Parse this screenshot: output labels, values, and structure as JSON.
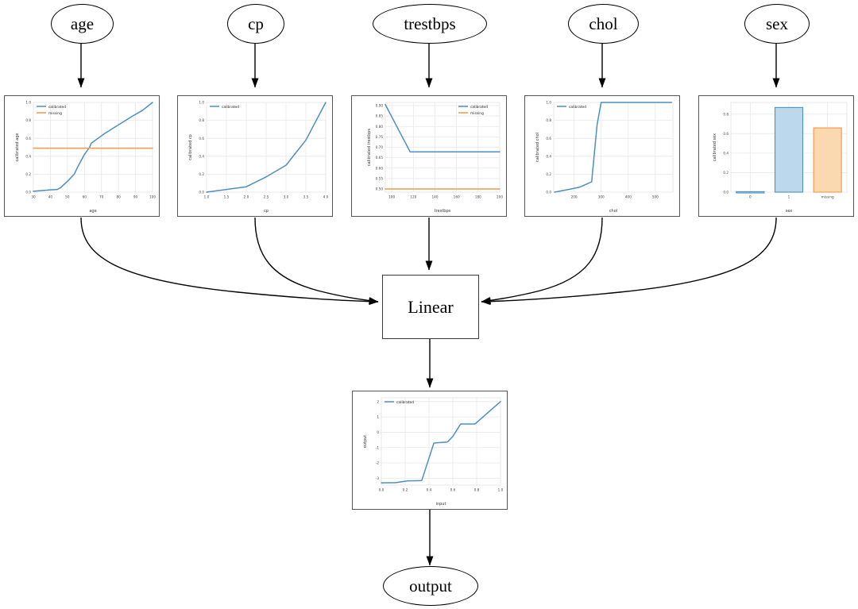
{
  "graph": {
    "input_nodes": [
      {
        "id": "age",
        "label": "age"
      },
      {
        "id": "cp",
        "label": "cp"
      },
      {
        "id": "trestbps",
        "label": "trestbps"
      },
      {
        "id": "chol",
        "label": "chol"
      },
      {
        "id": "sex",
        "label": "sex"
      }
    ],
    "linear_node": {
      "label": "Linear"
    },
    "output_node": {
      "label": "output"
    }
  },
  "colors": {
    "calibrated": "#4c8fc0",
    "missing": "#f79646",
    "bar_blue_fill": "#bcd8ec",
    "bar_blue_edge": "#4c8fc0",
    "bar_orange_fill": "#fbd9b0",
    "bar_orange_edge": "#f79646",
    "frame": "#555555",
    "grid": "#e8e8e8",
    "axis_text": "#444444"
  },
  "chart_data": [
    {
      "id": "age",
      "type": "line",
      "title": "",
      "xlabel": "age",
      "ylabel": "calibrated age",
      "xlim": [
        30,
        100
      ],
      "ylim": [
        0.0,
        1.0
      ],
      "xticks": [
        30,
        40,
        50,
        60,
        70,
        80,
        90,
        100
      ],
      "yticks": [
        0.0,
        0.2,
        0.4,
        0.6,
        0.8,
        1.0
      ],
      "grid": true,
      "legend": [
        "calibrated",
        "missing"
      ],
      "legend_position": "upper-left",
      "series": [
        {
          "name": "calibrated",
          "color_key": "calibrated",
          "x": [
            30,
            40,
            44,
            46,
            50,
            54,
            56,
            60,
            63,
            64,
            68,
            72,
            80,
            88,
            94,
            100
          ],
          "y": [
            0.01,
            0.025,
            0.03,
            0.05,
            0.12,
            0.2,
            0.28,
            0.42,
            0.5,
            0.545,
            0.6,
            0.655,
            0.75,
            0.845,
            0.91,
            1.0
          ]
        },
        {
          "name": "missing",
          "color_key": "missing",
          "x": [
            30,
            100
          ],
          "y": [
            0.49,
            0.49
          ]
        }
      ]
    },
    {
      "id": "cp",
      "type": "line",
      "title": "",
      "xlabel": "cp",
      "ylabel": "calibrated cp",
      "xlim": [
        1.0,
        4.0
      ],
      "ylim": [
        0.0,
        1.0
      ],
      "xticks": [
        1.0,
        1.5,
        2.0,
        2.5,
        3.0,
        3.5,
        4.0
      ],
      "yticks": [
        0.0,
        0.2,
        0.4,
        0.6,
        0.8,
        1.0
      ],
      "grid": true,
      "legend": [
        "calibrated"
      ],
      "legend_position": "upper-left",
      "series": [
        {
          "name": "calibrated",
          "color_key": "calibrated",
          "x": [
            1.0,
            1.5,
            2.0,
            2.5,
            3.0,
            3.5,
            4.0
          ],
          "y": [
            0.0,
            0.03,
            0.06,
            0.17,
            0.3,
            0.58,
            1.0
          ]
        }
      ]
    },
    {
      "id": "trestbps",
      "type": "line",
      "title": "",
      "xlabel": "trestbps",
      "ylabel": "calibrated trestbps",
      "xlim": [
        94,
        200
      ],
      "ylim": [
        0.485,
        0.915
      ],
      "xticks": [
        100,
        120,
        140,
        160,
        180,
        200
      ],
      "yticks": [
        0.5,
        0.55,
        0.6,
        0.65,
        0.7,
        0.75,
        0.8,
        0.85,
        0.9
      ],
      "grid": true,
      "legend": [
        "calibrated",
        "missing"
      ],
      "legend_position": "upper-right",
      "series": [
        {
          "name": "calibrated",
          "color_key": "calibrated",
          "x": [
            94,
            117,
            200
          ],
          "y": [
            0.905,
            0.678,
            0.678
          ]
        },
        {
          "name": "missing",
          "color_key": "missing",
          "x": [
            94,
            200
          ],
          "y": [
            0.5,
            0.5
          ]
        }
      ]
    },
    {
      "id": "chol",
      "type": "line",
      "title": "",
      "xlabel": "chol",
      "ylabel": "calibrated chol",
      "xlim": [
        125,
        565
      ],
      "ylim": [
        0.0,
        1.0
      ],
      "xticks": [
        200,
        300,
        400,
        500
      ],
      "yticks": [
        0.0,
        0.2,
        0.4,
        0.6,
        0.8,
        1.0
      ],
      "grid": true,
      "legend": [
        "calibrated"
      ],
      "legend_position": "upper-left",
      "series": [
        {
          "name": "calibrated",
          "color_key": "calibrated",
          "x": [
            128,
            180,
            220,
            250,
            265,
            285,
            300,
            400,
            500,
            560
          ],
          "y": [
            0.0,
            0.03,
            0.055,
            0.095,
            0.115,
            0.75,
            1.0,
            1.0,
            1.0,
            1.0
          ]
        }
      ]
    },
    {
      "id": "sex",
      "type": "bar",
      "title": "",
      "xlabel": "sex",
      "ylabel": "calibrated sex",
      "categories": [
        "0",
        "1",
        "missing"
      ],
      "values": [
        0.005,
        0.868,
        0.659
      ],
      "ylim": [
        0.0,
        0.92
      ],
      "yticks": [
        0.0,
        0.2,
        0.4,
        0.6,
        0.8
      ],
      "grid": true,
      "bar_styles": [
        "blue",
        "blue",
        "orange"
      ]
    },
    {
      "id": "output",
      "type": "line",
      "title": "",
      "xlabel": "input",
      "ylabel": "output",
      "xlim": [
        0.0,
        1.0
      ],
      "ylim": [
        -3.45,
        2.25
      ],
      "xticks": [
        0.0,
        0.2,
        0.4,
        0.6,
        0.8,
        1.0
      ],
      "yticks": [
        -3,
        -2,
        -1,
        0,
        1,
        2
      ],
      "grid": true,
      "legend": [
        "calibrated"
      ],
      "legend_position": "upper-left",
      "series": [
        {
          "name": "calibrated",
          "color_key": "calibrated",
          "x": [
            0.0,
            0.12,
            0.22,
            0.33,
            0.34,
            0.44,
            0.45,
            0.55,
            0.56,
            0.6,
            0.665,
            0.67,
            0.78,
            0.79,
            1.0
          ],
          "y": [
            -3.3,
            -3.29,
            -3.17,
            -3.16,
            -3.13,
            -0.72,
            -0.7,
            -0.64,
            -0.6,
            -0.27,
            0.53,
            0.54,
            0.54,
            0.57,
            2.0
          ]
        }
      ]
    }
  ]
}
